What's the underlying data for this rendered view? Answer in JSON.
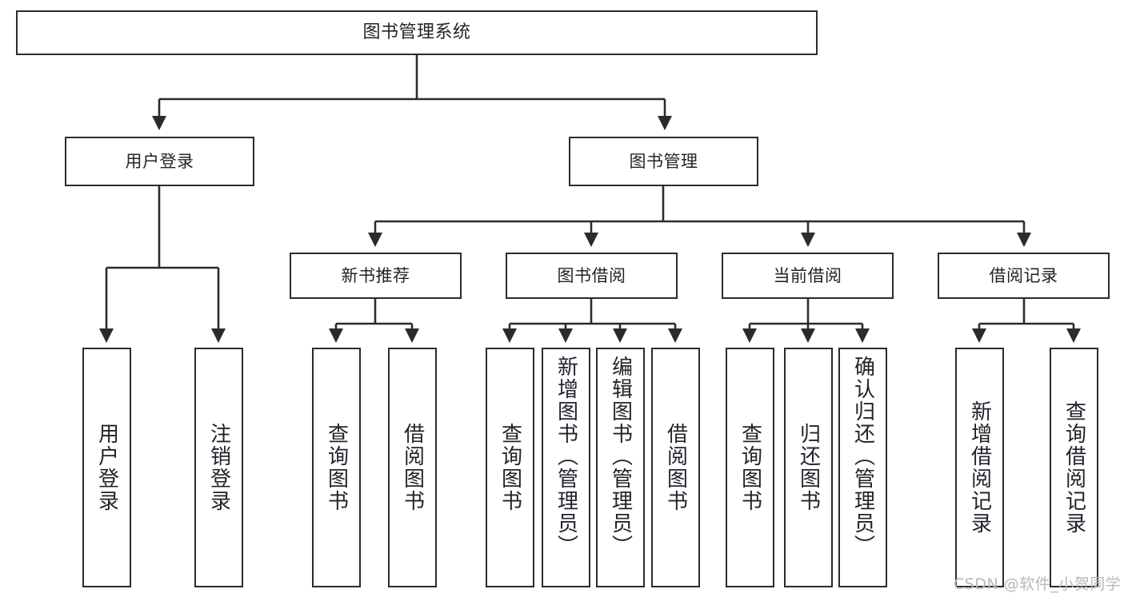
{
  "diagram": {
    "title": "图书管理系统",
    "type": "function-structure-tree",
    "watermark": "CSDN @软件_小贺同学",
    "accent_colors": {
      "box_border": "#2b2b2b",
      "edge": "#2b2b2b",
      "text": "#20242b",
      "background": "#ffffff",
      "watermark": "#b8b8b8"
    },
    "levels": {
      "root": {
        "label": "图书管理系统"
      },
      "level2": [
        {
          "id": "user-login",
          "label": "用户登录"
        },
        {
          "id": "book-manage",
          "label": "图书管理"
        }
      ],
      "level3": [
        {
          "id": "new-book-recommend",
          "label": "新书推荐"
        },
        {
          "id": "book-borrow",
          "label": "图书借阅"
        },
        {
          "id": "current-borrow",
          "label": "当前借阅"
        },
        {
          "id": "borrow-record",
          "label": "借阅记录"
        }
      ],
      "leaves": {
        "user_login": [
          {
            "id": "leaf-user-login",
            "label": "用户登录"
          },
          {
            "id": "leaf-user-logout",
            "label": "注销登录"
          }
        ],
        "new_book_recommend": [
          {
            "id": "leaf-query-book-1",
            "label": "查询图书"
          },
          {
            "id": "leaf-borrow-book-1",
            "label": "借阅图书"
          }
        ],
        "book_borrow": [
          {
            "id": "leaf-query-book-2",
            "label": "查询图书"
          },
          {
            "id": "leaf-add-book",
            "label": "新增图书（管理员）"
          },
          {
            "id": "leaf-edit-book",
            "label": "编辑图书（管理员）"
          },
          {
            "id": "leaf-borrow-book-2",
            "label": "借阅图书"
          }
        ],
        "current_borrow": [
          {
            "id": "leaf-query-book-3",
            "label": "查询图书"
          },
          {
            "id": "leaf-return-book",
            "label": "归还图书"
          },
          {
            "id": "leaf-confirm-return",
            "label": "确认归还（管理员）"
          }
        ],
        "borrow_record": [
          {
            "id": "leaf-add-record",
            "label": "新增借阅记录"
          },
          {
            "id": "leaf-query-record",
            "label": "查询借阅记录"
          }
        ]
      }
    }
  }
}
